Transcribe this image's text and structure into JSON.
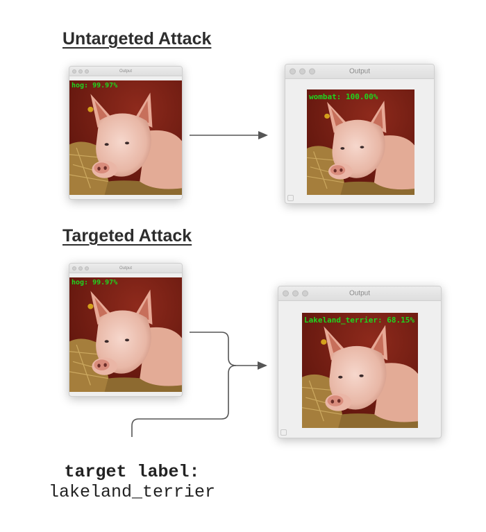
{
  "sections": {
    "untargeted": {
      "title": "Untargeted Attack",
      "input_window": {
        "title": "Output",
        "prediction": "hog: 99.97%"
      },
      "output_window": {
        "title": "Output",
        "prediction": "wombat: 100.00%"
      }
    },
    "targeted": {
      "title": "Targeted Attack",
      "input_window": {
        "title": "Output",
        "prediction": "hog: 99.97%"
      },
      "output_window": {
        "title": "Output",
        "prediction": "Lakeland_terrier: 68.15%"
      },
      "target": {
        "key": "target label:",
        "value": "lakeland_terrier"
      }
    }
  },
  "icons": [
    "window-close-icon",
    "window-minimize-icon",
    "window-zoom-icon",
    "arrow-right-icon",
    "resize-grip-icon"
  ],
  "colors": {
    "prediction_text": "#1fd51f",
    "background_red": "#7a1e14",
    "arrow": "#555555"
  }
}
